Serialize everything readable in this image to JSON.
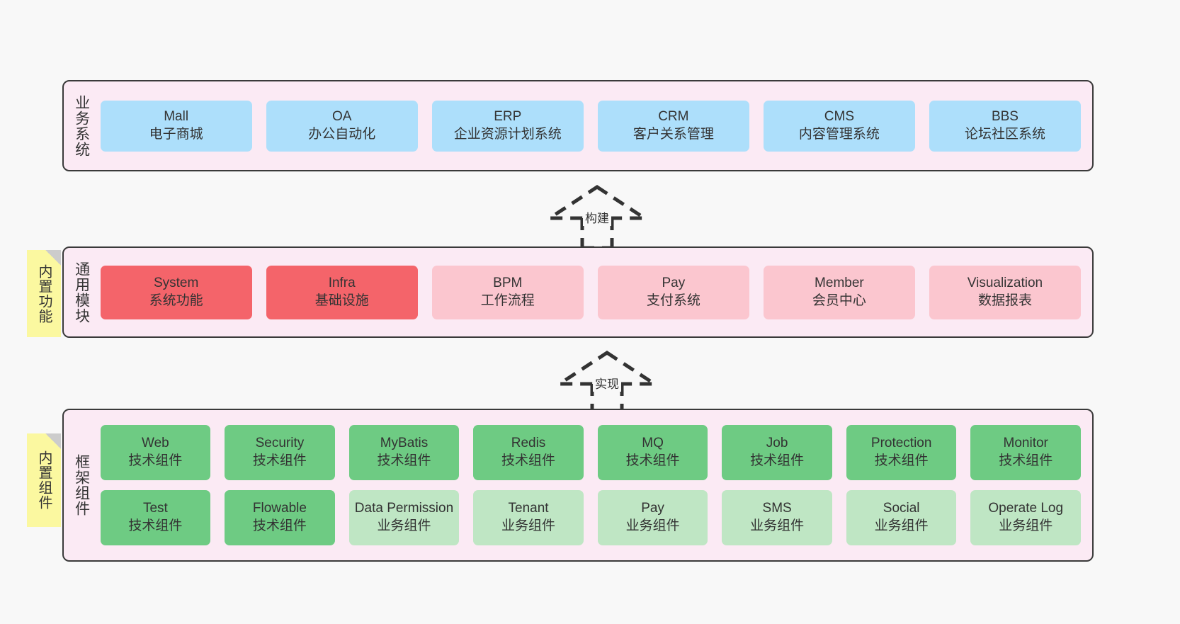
{
  "diagram": {
    "background_color": "#f8f8f8",
    "layer_fill": "#fbeaf4",
    "layer_border": "#3a3a3a",
    "note_color": "#fbf8a0",
    "colors": {
      "business": "#addffb",
      "module_core": "#f4646a",
      "module_optional": "#fbc6cf",
      "tech_component": "#6ecb83",
      "biz_component": "#bfe6c4"
    }
  },
  "notes": [
    {
      "name": "builtin-features",
      "text": "内置功能"
    },
    {
      "name": "builtin-components",
      "text": "内置组件"
    }
  ],
  "arrows": [
    {
      "name": "build",
      "label": "构建"
    },
    {
      "name": "realize",
      "label": "实现"
    }
  ],
  "layers": {
    "business": {
      "title": "业务系统",
      "rows": [
        [
          {
            "en": "Mall",
            "cn": "电子商城",
            "color": "blue"
          },
          {
            "en": "OA",
            "cn": "办公自动化",
            "color": "blue"
          },
          {
            "en": "ERP",
            "cn": "企业资源计划系统",
            "color": "blue"
          },
          {
            "en": "CRM",
            "cn": "客户关系管理",
            "color": "blue"
          },
          {
            "en": "CMS",
            "cn": "内容管理系统",
            "color": "blue"
          },
          {
            "en": "BBS",
            "cn": "论坛社区系统",
            "color": "blue"
          }
        ]
      ]
    },
    "modules": {
      "title": "通用模块",
      "rows": [
        [
          {
            "en": "System",
            "cn": "系统功能",
            "color": "red"
          },
          {
            "en": "Infra",
            "cn": "基础设施",
            "color": "red"
          },
          {
            "en": "BPM",
            "cn": "工作流程",
            "color": "pink"
          },
          {
            "en": "Pay",
            "cn": "支付系统",
            "color": "pink"
          },
          {
            "en": "Member",
            "cn": "会员中心",
            "color": "pink"
          },
          {
            "en": "Visualization",
            "cn": "数据报表",
            "color": "pink"
          }
        ]
      ]
    },
    "framework": {
      "title": "框架组件",
      "rows": [
        [
          {
            "en": "Web",
            "cn": "技术组件",
            "color": "green"
          },
          {
            "en": "Security",
            "cn": "技术组件",
            "color": "green"
          },
          {
            "en": "MyBatis",
            "cn": "技术组件",
            "color": "green"
          },
          {
            "en": "Redis",
            "cn": "技术组件",
            "color": "green"
          },
          {
            "en": "MQ",
            "cn": "技术组件",
            "color": "green"
          },
          {
            "en": "Job",
            "cn": "技术组件",
            "color": "green"
          },
          {
            "en": "Protection",
            "cn": "技术组件",
            "color": "green"
          },
          {
            "en": "Monitor",
            "cn": "技术组件",
            "color": "green"
          }
        ],
        [
          {
            "en": "Test",
            "cn": "技术组件",
            "color": "green"
          },
          {
            "en": "Flowable",
            "cn": "技术组件",
            "color": "green"
          },
          {
            "en": "Data Permission",
            "cn": "业务组件",
            "color": "lightgreen"
          },
          {
            "en": "Tenant",
            "cn": "业务组件",
            "color": "lightgreen"
          },
          {
            "en": "Pay",
            "cn": "业务组件",
            "color": "lightgreen"
          },
          {
            "en": "SMS",
            "cn": "业务组件",
            "color": "lightgreen"
          },
          {
            "en": "Social",
            "cn": "业务组件",
            "color": "lightgreen"
          },
          {
            "en": "Operate Log",
            "cn": "业务组件",
            "color": "lightgreen"
          }
        ]
      ]
    }
  }
}
